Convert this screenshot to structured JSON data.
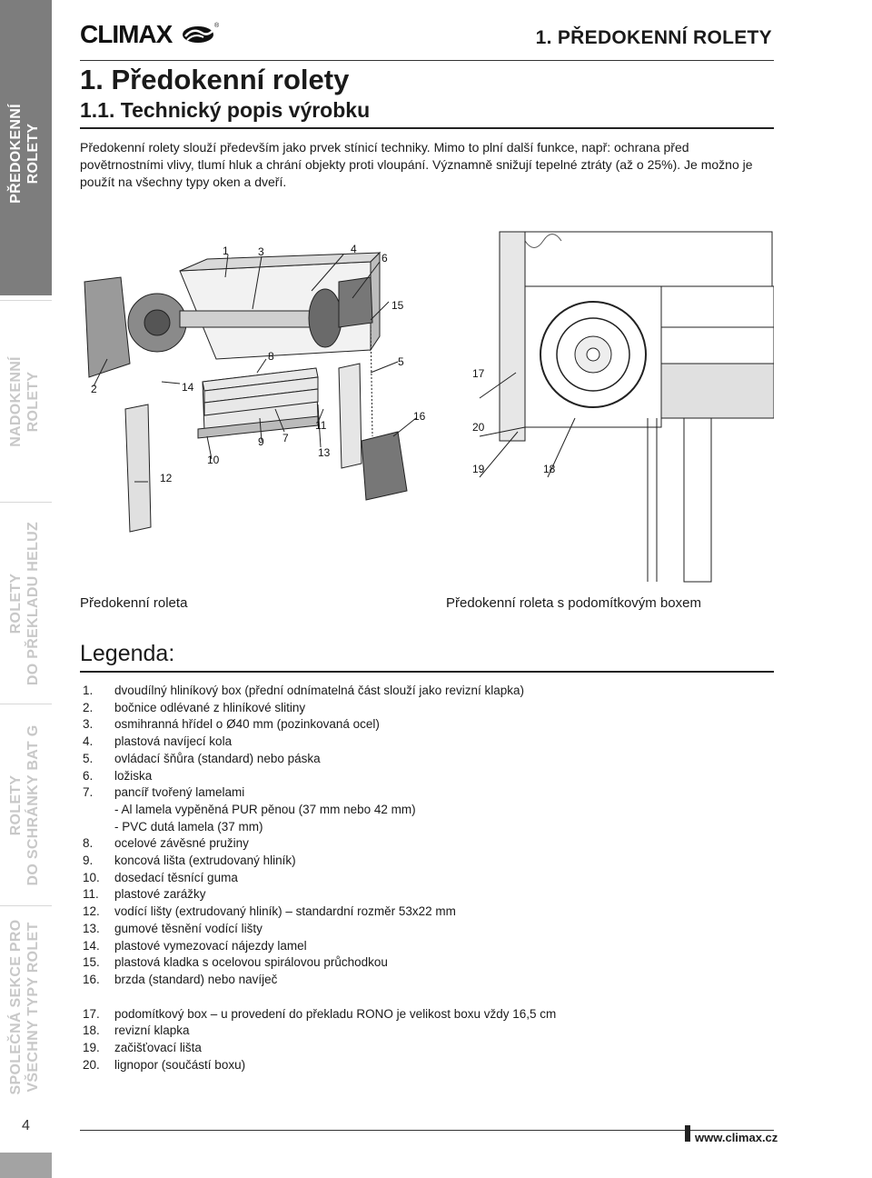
{
  "sidebar": {
    "sections": [
      {
        "line1": "PŘEDOKENNÍ",
        "line2": "ROLETY",
        "bg": "#7d7d7d",
        "fg": "#ffffff"
      },
      {
        "line1": "NADOKENNÍ",
        "line2": "ROLETY",
        "bg": "#ffffff",
        "fg": "#c8c8c8"
      },
      {
        "line1": "ROLETY",
        "line2": "DO PŘEKLADU HELUZ",
        "bg": "#ffffff",
        "fg": "#c8c8c8"
      },
      {
        "line1": "ROLETY",
        "line2": "DO SCHRÁNKY BAT G",
        "bg": "#ffffff",
        "fg": "#c8c8c8"
      },
      {
        "line1": "SPOLEČNÁ SEKCE PRO",
        "line2": "VŠECHNY TYPY ROLET",
        "bg": "#ffffff",
        "fg": "#c8c8c8"
      }
    ],
    "page_number": "4"
  },
  "header": {
    "logo": "CLIMAX",
    "section_title": "1.  PŘEDOKENNÍ ROLETY"
  },
  "heading": {
    "h1": "1.  Předokenní rolety",
    "h2": "1.1.  Technický popis výrobku"
  },
  "intro": "Předokenní rolety slouží především jako prvek stínicí techniky. Mimo to plní další funkce, např: ochrana před povětrnostními vlivy, tlumí hluk a chrání objekty proti vloupání. Významně snižují tepelné ztráty (až o 25%). Je možno je použít na všechny typy oken a dveří.",
  "figure": {
    "labels_left": [
      "1",
      "3",
      "4",
      "6",
      "15",
      "2",
      "14",
      "8",
      "5",
      "16",
      "7",
      "11",
      "9",
      "10",
      "13",
      "12"
    ],
    "labels_right": [
      "17",
      "20",
      "19",
      "18"
    ],
    "caption_left": "Předokenní roleta",
    "caption_right": "Předokenní roleta s podomítkovým boxem"
  },
  "legend": {
    "title": "Legenda:",
    "items": [
      {
        "n": "1.",
        "t": "dvoudílný hliníkový box (přední odnímatelná část slouží jako revizní klapka)"
      },
      {
        "n": "2.",
        "t": "bočnice odlévané z hliníkové slitiny"
      },
      {
        "n": "3.",
        "t": "osmihranná hřídel o Ø40 mm (pozinkovaná ocel)"
      },
      {
        "n": "4.",
        "t": "plastová navíjecí kola"
      },
      {
        "n": "5.",
        "t": "ovládací šňůra (standard) nebo páska"
      },
      {
        "n": "6.",
        "t": "ložiska"
      },
      {
        "n": "7.",
        "t": "pancíř tvořený lamelami"
      },
      {
        "n": "",
        "t": "- Al lamela vypěněná PUR pěnou (37 mm nebo 42 mm)"
      },
      {
        "n": "",
        "t": "- PVC dutá lamela (37 mm)"
      },
      {
        "n": "8.",
        "t": "ocelové závěsné pružiny"
      },
      {
        "n": "9.",
        "t": "koncová lišta (extrudovaný hliník)"
      },
      {
        "n": "10.",
        "t": "dosedací těsnící guma"
      },
      {
        "n": "11.",
        "t": "plastové zarážky"
      },
      {
        "n": "12.",
        "t": "vodící lišty (extrudovaný hliník) – standardní rozměr 53x22 mm"
      },
      {
        "n": "13.",
        "t": "gumové těsnění vodící lišty"
      },
      {
        "n": "14.",
        "t": "plastové vymezovací nájezdy lamel"
      },
      {
        "n": "15.",
        "t": "plastová kladka s ocelovou spirálovou průchodkou"
      },
      {
        "n": "16.",
        "t": "brzda (standard) nebo navíječ"
      }
    ],
    "items2": [
      {
        "n": "17.",
        "t": "podomítkový box – u provedení do překladu RONO je velikost boxu vždy 16,5 cm"
      },
      {
        "n": "18.",
        "t": "revizní klapka"
      },
      {
        "n": "19.",
        "t": "začišťovací lišta"
      },
      {
        "n": "20.",
        "t": "lignopor (součástí boxu)"
      }
    ]
  },
  "footer": {
    "url": "www.climax.cz"
  }
}
